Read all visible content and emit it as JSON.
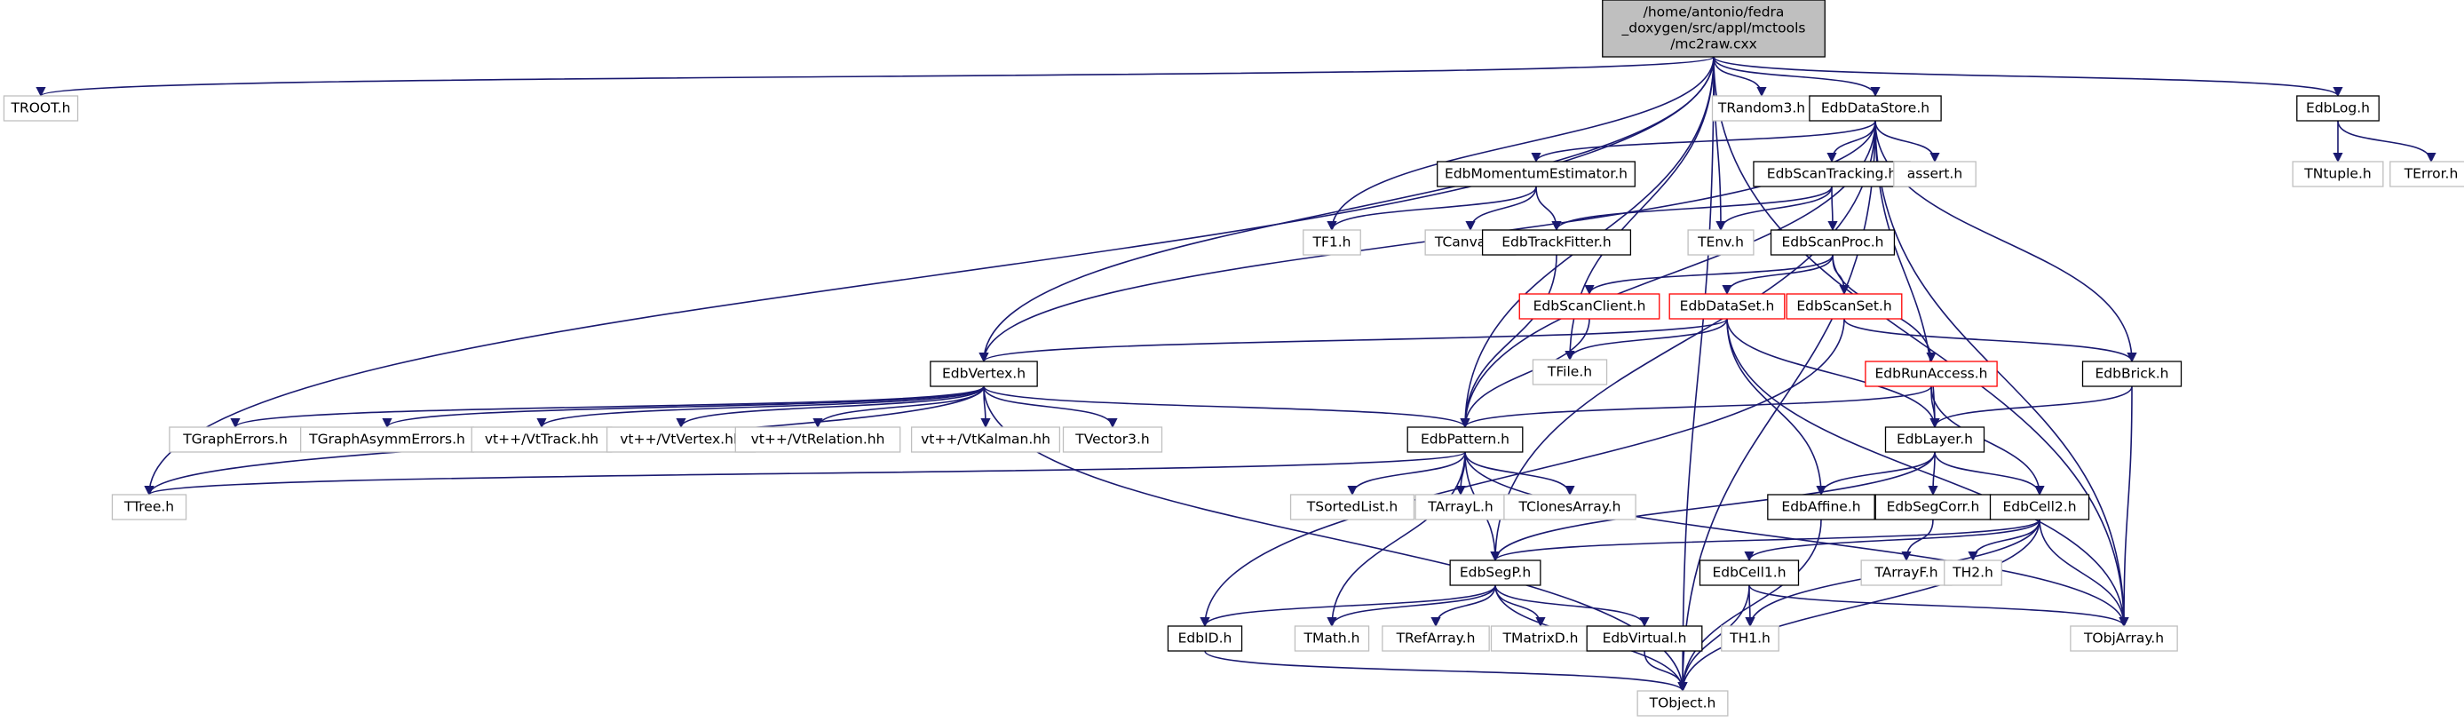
{
  "graph": {
    "colors": {
      "edge": "#191970",
      "root_fill": "#bfbfbf",
      "normal_border": "#000000",
      "missing_border": "#bfbfbf",
      "alert_border": "#ff0000"
    },
    "nodes": [
      {
        "id": "root",
        "label": "/home/antonio/fedra\n_doxygen/src/appl/mctools\n/mc2raw.cxx",
        "kind": "root"
      },
      {
        "id": "TROOT",
        "label": "TROOT.h",
        "kind": "missing"
      },
      {
        "id": "TTree",
        "label": "TTree.h",
        "kind": "missing"
      },
      {
        "id": "EdbVertex",
        "label": "EdbVertex.h",
        "kind": "normal"
      },
      {
        "id": "TF1",
        "label": "TF1.h",
        "kind": "missing"
      },
      {
        "id": "TFile",
        "label": "TFile.h",
        "kind": "missing"
      },
      {
        "id": "TRandom3",
        "label": "TRandom3.h",
        "kind": "missing"
      },
      {
        "id": "TEnv",
        "label": "TEnv.h",
        "kind": "missing"
      },
      {
        "id": "EdbDataStore",
        "label": "EdbDataStore.h",
        "kind": "normal"
      },
      {
        "id": "EdbPattern",
        "label": "EdbPattern.h",
        "kind": "normal"
      },
      {
        "id": "EdbLog",
        "label": "EdbLog.h",
        "kind": "normal"
      },
      {
        "id": "TObjArray",
        "label": "TObjArray.h",
        "kind": "missing"
      },
      {
        "id": "TObject",
        "label": "TObject.h",
        "kind": "missing"
      },
      {
        "id": "TNtuple",
        "label": "TNtuple.h",
        "kind": "missing"
      },
      {
        "id": "TError",
        "label": "TError.h",
        "kind": "missing"
      },
      {
        "id": "EdbMomentumEstimator",
        "label": "EdbMomentumEstimator.h",
        "kind": "normal"
      },
      {
        "id": "EdbScanTracking",
        "label": "EdbScanTracking.h",
        "kind": "normal"
      },
      {
        "id": "assert",
        "label": "assert.h",
        "kind": "missing"
      },
      {
        "id": "TCanvas",
        "label": "TCanvas.h",
        "kind": "missing"
      },
      {
        "id": "EdbTrackFitter",
        "label": "EdbTrackFitter.h",
        "kind": "normal"
      },
      {
        "id": "EdbScanProc",
        "label": "EdbScanProc.h",
        "kind": "normal"
      },
      {
        "id": "EdbScanClient",
        "label": "EdbScanClient.h",
        "kind": "alert"
      },
      {
        "id": "EdbDataSet",
        "label": "EdbDataSet.h",
        "kind": "alert"
      },
      {
        "id": "EdbScanSet",
        "label": "EdbScanSet.h",
        "kind": "alert"
      },
      {
        "id": "EdbRunAccess",
        "label": "EdbRunAccess.h",
        "kind": "alert"
      },
      {
        "id": "EdbBrick",
        "label": "EdbBrick.h",
        "kind": "normal"
      },
      {
        "id": "EdbLayer",
        "label": "EdbLayer.h",
        "kind": "normal"
      },
      {
        "id": "TGraphErrors",
        "label": "TGraphErrors.h",
        "kind": "missing"
      },
      {
        "id": "TGraphAsymmErrors",
        "label": "TGraphAsymmErrors.h",
        "kind": "missing"
      },
      {
        "id": "VtTrack",
        "label": "vt++/VtTrack.hh",
        "kind": "missing"
      },
      {
        "id": "VtVertex",
        "label": "vt++/VtVertex.hh",
        "kind": "missing"
      },
      {
        "id": "VtRelation",
        "label": "vt++/VtRelation.hh",
        "kind": "missing"
      },
      {
        "id": "VtKalman",
        "label": "vt++/VtKalman.hh",
        "kind": "missing"
      },
      {
        "id": "TVector3",
        "label": "TVector3.h",
        "kind": "missing"
      },
      {
        "id": "TSortedList",
        "label": "TSortedList.h",
        "kind": "missing"
      },
      {
        "id": "TArrayL",
        "label": "TArrayL.h",
        "kind": "missing"
      },
      {
        "id": "TClonesArray",
        "label": "TClonesArray.h",
        "kind": "missing"
      },
      {
        "id": "EdbAffine",
        "label": "EdbAffine.h",
        "kind": "normal"
      },
      {
        "id": "EdbSegCorr",
        "label": "EdbSegCorr.h",
        "kind": "normal"
      },
      {
        "id": "EdbCell2",
        "label": "EdbCell2.h",
        "kind": "normal"
      },
      {
        "id": "TArrayF",
        "label": "TArrayF.h",
        "kind": "missing"
      },
      {
        "id": "TH2",
        "label": "TH2.h",
        "kind": "missing"
      },
      {
        "id": "EdbSegP",
        "label": "EdbSegP.h",
        "kind": "normal"
      },
      {
        "id": "EdbCell1",
        "label": "EdbCell1.h",
        "kind": "normal"
      },
      {
        "id": "TH1",
        "label": "TH1.h",
        "kind": "missing"
      },
      {
        "id": "EdbID",
        "label": "EdbID.h",
        "kind": "normal"
      },
      {
        "id": "TMath",
        "label": "TMath.h",
        "kind": "missing"
      },
      {
        "id": "TRefArray",
        "label": "TRefArray.h",
        "kind": "missing"
      },
      {
        "id": "TMatrixD",
        "label": "TMatrixD.h",
        "kind": "missing"
      },
      {
        "id": "EdbVirtual",
        "label": "EdbVirtual.h",
        "kind": "normal"
      }
    ],
    "edges": [
      [
        "root",
        "TROOT"
      ],
      [
        "root",
        "TTree"
      ],
      [
        "root",
        "EdbVertex"
      ],
      [
        "root",
        "TF1"
      ],
      [
        "root",
        "TFile"
      ],
      [
        "root",
        "TRandom3"
      ],
      [
        "root",
        "TEnv"
      ],
      [
        "root",
        "EdbDataStore"
      ],
      [
        "root",
        "EdbPattern"
      ],
      [
        "root",
        "TObjArray"
      ],
      [
        "root",
        "EdbLog"
      ],
      [
        "root",
        "TObject"
      ],
      [
        "EdbLog",
        "TNtuple"
      ],
      [
        "EdbLog",
        "TError"
      ],
      [
        "EdbDataStore",
        "EdbMomentumEstimator"
      ],
      [
        "EdbDataStore",
        "EdbScanTracking"
      ],
      [
        "EdbDataStore",
        "assert"
      ],
      [
        "EdbDataStore",
        "EdbVertex"
      ],
      [
        "EdbDataStore",
        "EdbPattern"
      ],
      [
        "EdbDataStore",
        "EdbSegP"
      ],
      [
        "EdbDataStore",
        "EdbBrick"
      ],
      [
        "EdbDataStore",
        "EdbLayer"
      ],
      [
        "EdbDataStore",
        "TObjArray"
      ],
      [
        "EdbDataStore",
        "TObject"
      ],
      [
        "EdbMomentumEstimator",
        "TF1"
      ],
      [
        "EdbMomentumEstimator",
        "TCanvas"
      ],
      [
        "EdbMomentumEstimator",
        "EdbTrackFitter"
      ],
      [
        "EdbScanTracking",
        "EdbTrackFitter"
      ],
      [
        "EdbScanTracking",
        "TEnv"
      ],
      [
        "EdbScanTracking",
        "EdbScanProc"
      ],
      [
        "EdbTrackFitter",
        "EdbPattern"
      ],
      [
        "EdbScanProc",
        "EdbScanClient"
      ],
      [
        "EdbScanProc",
        "EdbDataSet"
      ],
      [
        "EdbScanProc",
        "EdbScanSet"
      ],
      [
        "EdbScanProc",
        "EdbRunAccess"
      ],
      [
        "EdbScanClient",
        "EdbPattern"
      ],
      [
        "EdbDataSet",
        "EdbVertex"
      ],
      [
        "EdbDataSet",
        "TFile"
      ],
      [
        "EdbDataSet",
        "EdbAffine"
      ],
      [
        "EdbDataSet",
        "EdbLayer"
      ],
      [
        "EdbDataSet",
        "TObjArray"
      ],
      [
        "EdbScanSet",
        "EdbBrick"
      ],
      [
        "EdbScanSet",
        "EdbID"
      ],
      [
        "EdbRunAccess",
        "EdbPattern"
      ],
      [
        "EdbRunAccess",
        "EdbLayer"
      ],
      [
        "EdbRunAccess",
        "EdbCell2"
      ],
      [
        "EdbBrick",
        "EdbLayer"
      ],
      [
        "EdbBrick",
        "TObjArray"
      ],
      [
        "EdbVertex",
        "TGraphErrors"
      ],
      [
        "EdbVertex",
        "TGraphAsymmErrors"
      ],
      [
        "EdbVertex",
        "VtTrack"
      ],
      [
        "EdbVertex",
        "VtVertex"
      ],
      [
        "EdbVertex",
        "VtRelation"
      ],
      [
        "EdbVertex",
        "VtKalman"
      ],
      [
        "EdbVertex",
        "TVector3"
      ],
      [
        "EdbVertex",
        "TTree"
      ],
      [
        "EdbVertex",
        "EdbPattern"
      ],
      [
        "EdbVertex",
        "TObject"
      ],
      [
        "EdbPattern",
        "TTree"
      ],
      [
        "EdbPattern",
        "TSortedList"
      ],
      [
        "EdbPattern",
        "TArrayL"
      ],
      [
        "EdbPattern",
        "TClonesArray"
      ],
      [
        "EdbPattern",
        "EdbSegP"
      ],
      [
        "EdbPattern",
        "TMath"
      ],
      [
        "EdbPattern",
        "TObjArray"
      ],
      [
        "EdbLayer",
        "EdbAffine"
      ],
      [
        "EdbLayer",
        "EdbSegCorr"
      ],
      [
        "EdbLayer",
        "EdbCell2"
      ],
      [
        "EdbLayer",
        "EdbSegP"
      ],
      [
        "EdbAffine",
        "TObject"
      ],
      [
        "EdbSegCorr",
        "TArrayF"
      ],
      [
        "EdbCell2",
        "EdbSegP"
      ],
      [
        "EdbCell2",
        "EdbCell1"
      ],
      [
        "EdbCell2",
        "TH2"
      ],
      [
        "EdbCell2",
        "TObjArray"
      ],
      [
        "EdbCell2",
        "TH1"
      ],
      [
        "EdbCell2",
        "TObject"
      ],
      [
        "EdbCell1",
        "TH1"
      ],
      [
        "EdbCell1",
        "TObjArray"
      ],
      [
        "EdbCell1",
        "TObject"
      ],
      [
        "EdbSegP",
        "EdbID"
      ],
      [
        "EdbSegP",
        "TMath"
      ],
      [
        "EdbSegP",
        "TRefArray"
      ],
      [
        "EdbSegP",
        "TMatrixD"
      ],
      [
        "EdbSegP",
        "EdbVirtual"
      ],
      [
        "EdbSegP",
        "TObject"
      ],
      [
        "EdbID",
        "TObject"
      ],
      [
        "EdbVirtual",
        "TObject"
      ]
    ]
  }
}
